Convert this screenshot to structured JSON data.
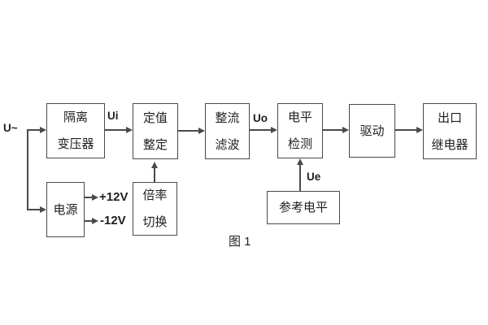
{
  "figure": {
    "caption": "图 1"
  },
  "signals": {
    "input": "U~",
    "ui": "Ui",
    "uo": "Uo",
    "ue": "Ue",
    "plus_12v": "+12V",
    "minus_12v": "-12V"
  },
  "blocks": {
    "isolation_transformer": {
      "line1": "隔离",
      "line2": "变压器"
    },
    "setpoint_setting": {
      "line1": "定值",
      "line2": "整定"
    },
    "rectifier_filter": {
      "line1": "整流",
      "line2": "滤波"
    },
    "level_detector": {
      "line1": "电平",
      "line2": "检测"
    },
    "driver": {
      "line1": "驱动"
    },
    "output_relay": {
      "line1": "出口",
      "line2": "继电器"
    },
    "power_supply": {
      "line1": "电源"
    },
    "ratio_switch": {
      "line1": "倍率",
      "line2": "切换"
    },
    "reference_level": {
      "line1": "参考电平"
    }
  },
  "colors": {
    "line": "#4a4a4a",
    "text": "#1f1f1f",
    "background": "#ffffff"
  }
}
